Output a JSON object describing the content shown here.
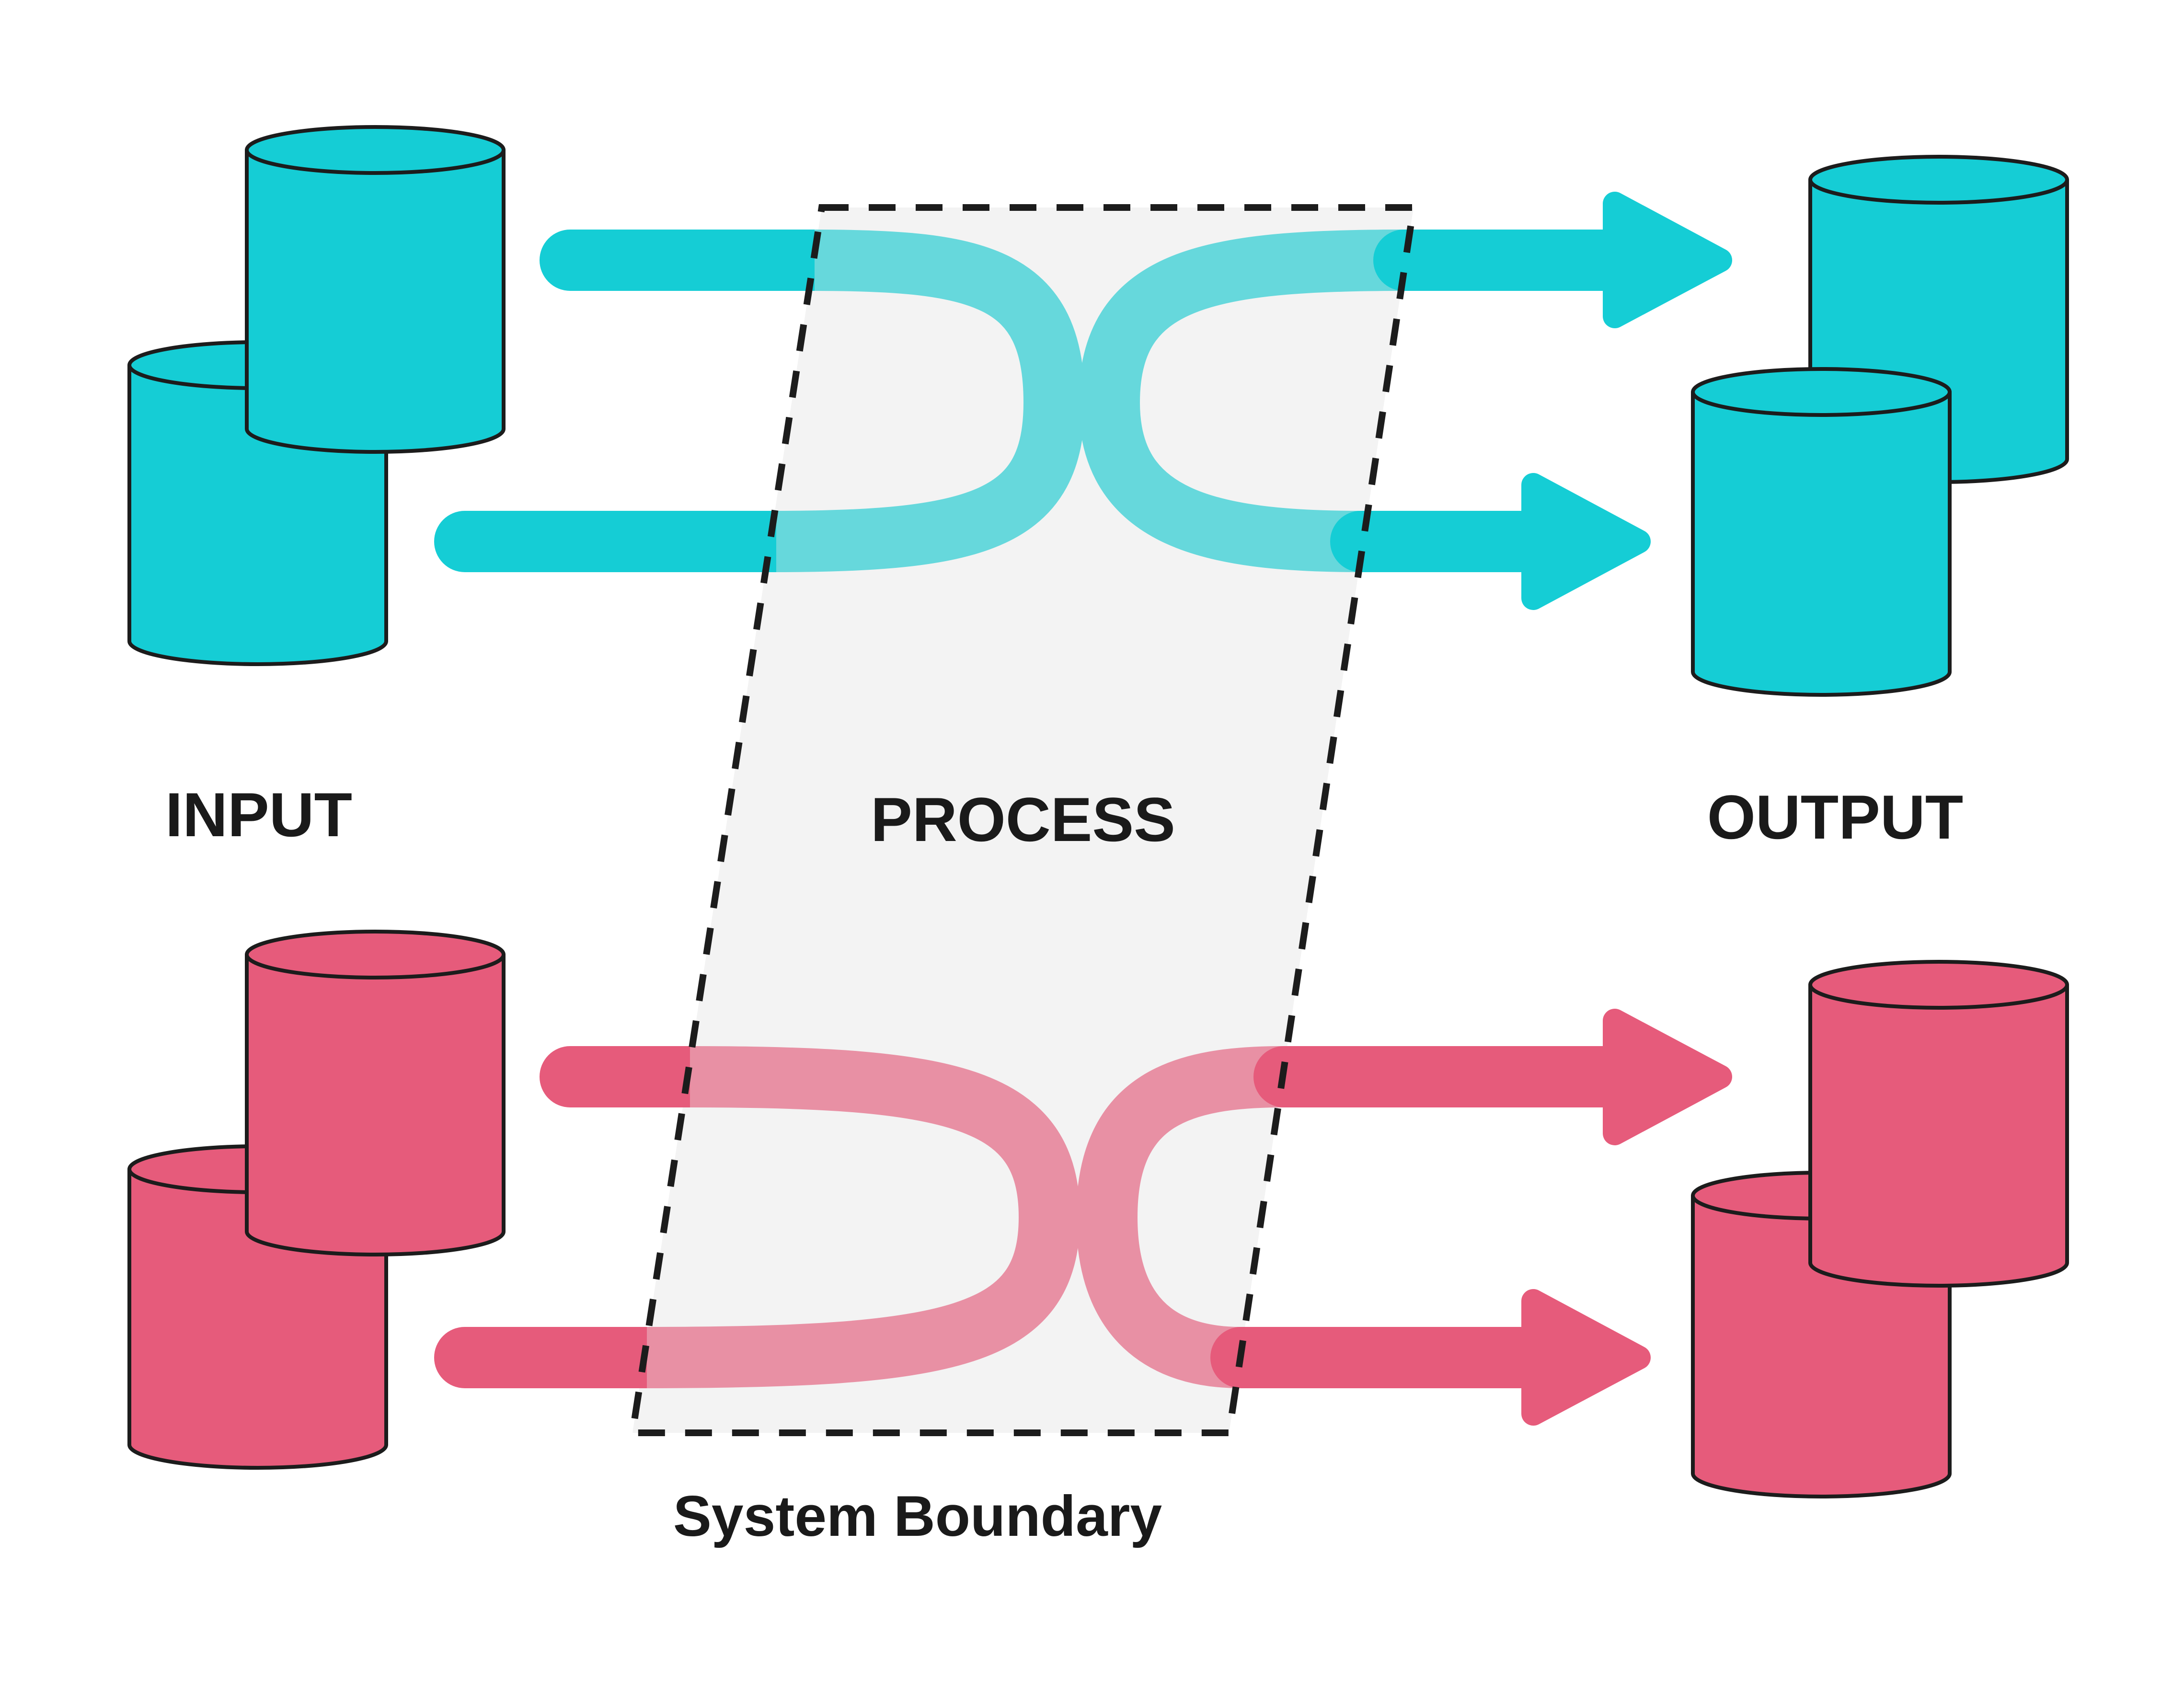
{
  "labels": {
    "input": "INPUT",
    "process": "PROCESS",
    "output": "OUTPUT",
    "boundary": "System Boundary"
  },
  "colors": {
    "cyan": "#15cdd5",
    "cyan_light": "#66d8dc",
    "pink": "#e65b7b",
    "pink_light": "#e890a4",
    "boundary": "#f3f3f3",
    "stroke": "#1c1c1c",
    "text": "#1a1a1a"
  },
  "flows": [
    {
      "name": "cyan-flow-top",
      "color": "cyan"
    },
    {
      "name": "cyan-flow-bottom",
      "color": "cyan"
    },
    {
      "name": "pink-flow-top",
      "color": "pink"
    },
    {
      "name": "pink-flow-bottom",
      "color": "pink"
    }
  ]
}
